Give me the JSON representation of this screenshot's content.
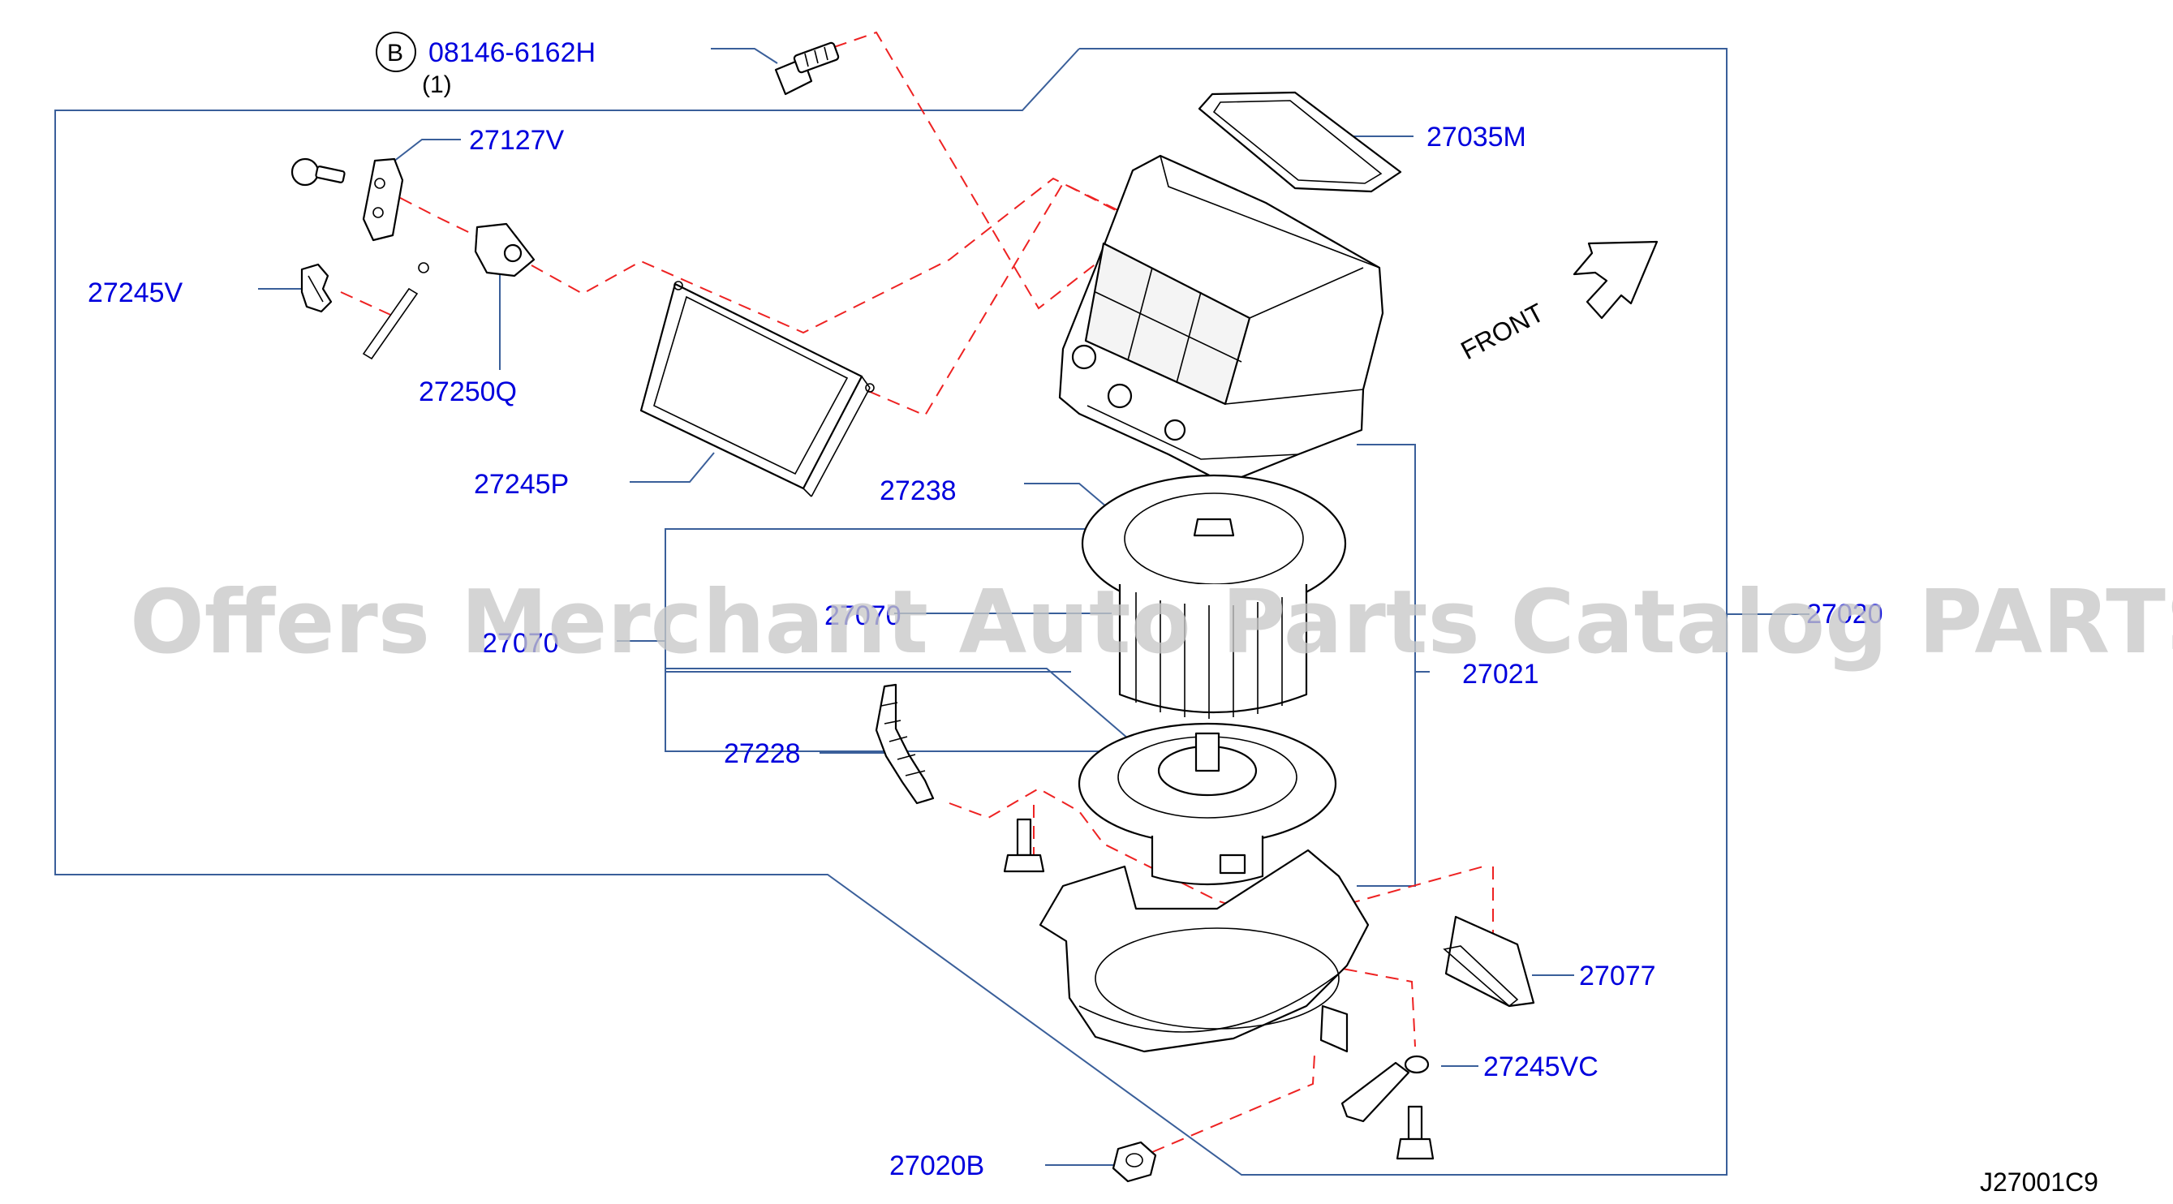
{
  "diagram": {
    "id": "J27001C9",
    "front_label": "FRONT",
    "watermark": "Offers Merchant Auto Parts Catalog PARTSTORE.SA",
    "bolt_marker": "B",
    "parts": [
      {
        "number": "08146-6162H",
        "qty": "(1)"
      },
      {
        "number": "27035M"
      },
      {
        "number": "27127V"
      },
      {
        "number": "27245V"
      },
      {
        "number": "27250Q"
      },
      {
        "number": "27245P"
      },
      {
        "number": "27238"
      },
      {
        "number": "27070"
      },
      {
        "number": "27070"
      },
      {
        "number": "27021"
      },
      {
        "number": "27020"
      },
      {
        "number": "27228"
      },
      {
        "number": "27077"
      },
      {
        "number": "27245VC"
      },
      {
        "number": "27020B"
      }
    ]
  }
}
